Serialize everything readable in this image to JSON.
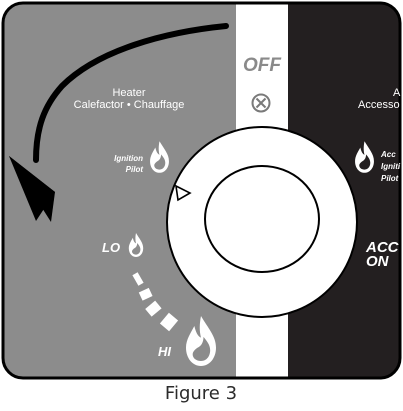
{
  "panel": {
    "off_label": "OFF",
    "heater_label_line1": "Heater",
    "heater_label_line2": "Calefactor • Chauffage",
    "accessory_label_line1": "A",
    "accessory_label_line2": "Accesso",
    "ignition_pilot_line1": "Ignition",
    "ignition_pilot_line2": "Pilot",
    "acc_pilot_line1": "Acc",
    "acc_pilot_line2": "Igniti",
    "acc_pilot_line3": "Pilot",
    "lo_label": "LO",
    "hi_label": "HI",
    "acc_on_line1": "ACC",
    "acc_on_line2": "ON"
  },
  "caption": "Figure 3",
  "colors": {
    "heater_panel": "#8c8c8c",
    "off_strip": "#ffffff",
    "accessory_panel": "#231f20",
    "arrow": "#000000",
    "knob": "#ffffff"
  },
  "icons": [
    "off-symbol-icon",
    "flame-icon",
    "pointer-triangle-icon",
    "curved-arrow-icon"
  ]
}
